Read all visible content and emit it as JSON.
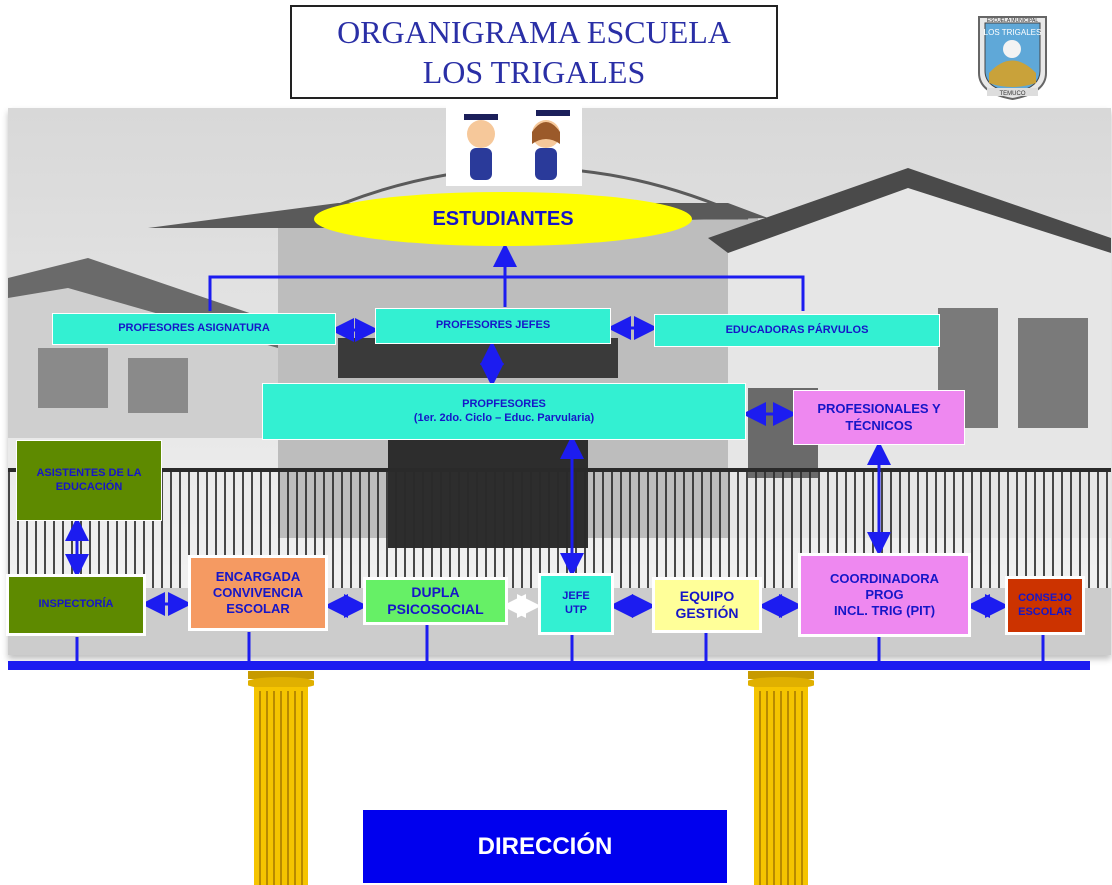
{
  "title": {
    "line1": "ORGANIGRAMA ESCUELA",
    "line2": "LOS TRIGALES"
  },
  "logo": {
    "top_text": "ESCUELA MUNICIPAL",
    "middle_text": "LOS TRIGALES",
    "bottom_text": "TEMUCO"
  },
  "nodes": {
    "estudiantes": "ESTUDIANTES",
    "profesores_asignatura": "PROFESORES ASIGNATURA",
    "profesores_jefes": "PROFESORES  JEFES",
    "educadoras_parvulos": "EDUCADORAS PÁRVULOS",
    "propfesores": {
      "line1": "PROPFESORES",
      "line2": "(1er. 2do. Ciclo – Educ. Parvularia)"
    },
    "profesionales": {
      "line1": "PROFESIONALES Y",
      "line2": "TÉCNICOS"
    },
    "asistentes": {
      "line1": "ASISTENTES DE LA",
      "line2": "EDUCACIÓN"
    },
    "inspectoria": "INSPECTORÍA",
    "encargada": {
      "line1": "ENCARGADA",
      "line2": "CONVIVENCIA",
      "line3": "ESCOLAR"
    },
    "dupla": {
      "line1": "DUPLA",
      "line2": "PSICOSOCIAL"
    },
    "jefe_utp": {
      "line1": "JEFE",
      "line2": "UTP"
    },
    "equipo_gestion": {
      "line1": "EQUIPO",
      "line2": "GESTIÓN"
    },
    "coordinadora": {
      "line1": "COORDINADORA",
      "line2": "PROG",
      "line3": "INCL. TRIG (PIT)"
    },
    "consejo": {
      "line1": "CONSEJO",
      "line2": "ESCOLAR"
    },
    "direccion": "DIRECCIÓN"
  },
  "colors": {
    "connector": "#1c1cf0",
    "cyan_box": "#33f0d2",
    "green_box": "#5e8a00",
    "orange_box": "#f59a62",
    "light_green_box": "#66f066",
    "light_yellow_box": "#ffff99",
    "pink_box": "#ee88f0",
    "red_box": "#cc3300",
    "ellipse": "#ffff00",
    "direccion": "#0000ee",
    "pillar": "#f5c400"
  }
}
